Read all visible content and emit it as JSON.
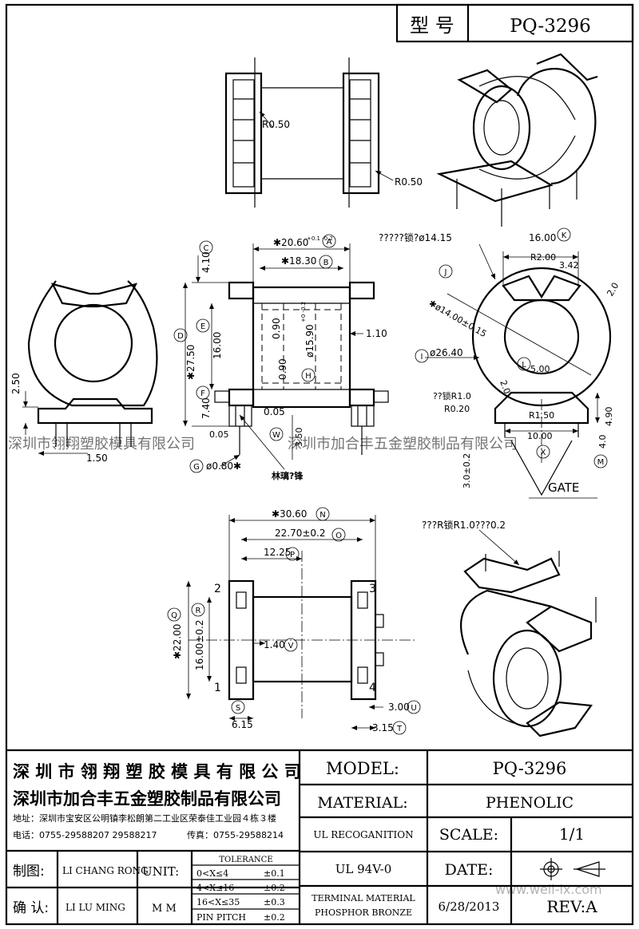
{
  "title_block": {
    "model_label": "型 号",
    "model_value": "PQ-3296"
  },
  "dims": {
    "r_top_left": "R0.50",
    "r_top_right": "R0.50",
    "d_a": "✱20.60",
    "d_a_tol": "+0.1 -0.2",
    "d_b": "✱18.30",
    "d_c": "4.10",
    "d_d": "✱27.50",
    "d_e": "16.00",
    "d_f": "7.40",
    "d_090a": "0.90",
    "d_090b": "0.90",
    "d_h": "ø15.90",
    "d_h_tol": "+0 -0.2",
    "d_110": "1.10",
    "d_005a": "0.05",
    "d_005b": "0.05",
    "d_w": "W",
    "d_350": "3.50",
    "d_150a": "1.50",
    "d_250": "2.50",
    "d_g": "ø0.80✱",
    "pin_note": "林璃?锋",
    "d_phi1415": "?????锁?ø14.15",
    "d_k": "16.00",
    "d_r200": "R2.00",
    "d_342": "3.42",
    "d_j": "✱ø14.00±0.15",
    "d_20a": "2.0",
    "d_i": "ø26.40",
    "d_l": "5.00",
    "d_20b": "2.0",
    "d_r10": "??锁R1.0",
    "d_r020": "R0.20",
    "d_r150": "R1.50",
    "d_490": "4.90",
    "d_40": "4.0",
    "d_1000": "10.00",
    "d_30": "3.0±0.2",
    "gate": "GATE",
    "d_n": "✱30.60",
    "d_o": "22.70±0.2",
    "d_p": "12.25",
    "d_q": "✱22.00",
    "d_r": "16.00±0.2",
    "d_v": "1.40",
    "d_s": "6.15",
    "d_u": "3.00",
    "d_t": "3.15",
    "iso_note": "???R锁R1.0???0.2",
    "pin1": "1",
    "pin2": "2",
    "pin3": "3",
    "pin4": "4"
  },
  "circles": {
    "A": "A",
    "B": "B",
    "C": "C",
    "D": "D",
    "E": "E",
    "F": "F",
    "G": "G",
    "H": "H",
    "I": "I",
    "J": "J",
    "K": "K",
    "L": "L",
    "M": "M",
    "N": "N",
    "O": "O",
    "P": "P",
    "Q": "Q",
    "R": "R",
    "S": "S",
    "T": "T",
    "U": "U",
    "V": "V",
    "W": "W",
    "X": "X"
  },
  "watermark": {
    "text1": "深圳市翎翔塑胶模具有限公司",
    "text2": "深圳市加合丰五金塑胶制品有限公司",
    "url": "www.well-ix.com"
  },
  "footer": {
    "company1": "深 圳 市 翎 翔 塑 胶 模 具 有 限 公 司",
    "company2": "深圳市加合丰五金塑胶制品有限公司",
    "address": "地址：深圳市宝安区公明镇李松朗第二工业区荣泰佳工业园４栋３楼",
    "phone": "电话：0755-29588207  29588217",
    "fax": "传真：0755-29588214",
    "drawn_label": "制图:",
    "drawn_by": "LI CHANG RONG",
    "check_label": "确 认:",
    "check_by": "LI LU MING",
    "unit_label": "UNIT:",
    "unit_value": "M M",
    "tol_title": "TOLERANCE",
    "tol": [
      {
        "range": "0<X≤4",
        "val": "±0.1"
      },
      {
        "range": "4<X≤16",
        "val": "±0.2"
      },
      {
        "range": "16<X≤35",
        "val": "±0.3"
      },
      {
        "range": "PIN PITCH",
        "val": "±0.2"
      }
    ],
    "model_label": "MODEL:",
    "model_value": "PQ-3296",
    "material_label": "MATERIAL:",
    "material_value": "PHENOLIC",
    "ul_label": "UL RECOGANITION",
    "ul_value": "UL 94V-0",
    "scale_label": "SCALE:",
    "scale_value": "1/1",
    "date_label": "DATE:",
    "date_value": "6/28/2013",
    "terminal1": "TERMINAL MATERIAL",
    "terminal2": "PHOSPHOR  BRONZE",
    "rev": "REV:A"
  }
}
